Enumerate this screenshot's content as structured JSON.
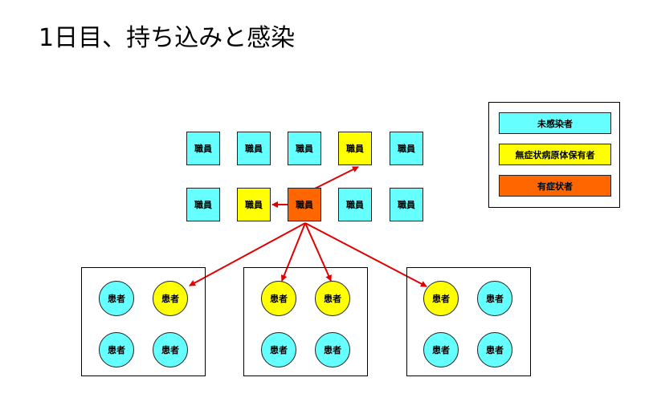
{
  "title": "1日目、持ち込みと感染",
  "colors": {
    "uninfected": "#66ffff",
    "asymptomatic": "#ffff00",
    "symptomatic": "#ff6600",
    "arrow": "#e00000"
  },
  "legend": [
    {
      "label": "未感染者",
      "status": "uninfected"
    },
    {
      "label": "無症状病原体保有者",
      "status": "asymptomatic"
    },
    {
      "label": "有症状者",
      "status": "symptomatic"
    }
  ],
  "staff_rows": [
    [
      {
        "label": "職員",
        "status": "uninfected"
      },
      {
        "label": "職員",
        "status": "uninfected"
      },
      {
        "label": "職員",
        "status": "uninfected"
      },
      {
        "label": "職員",
        "status": "asymptomatic"
      },
      {
        "label": "職員",
        "status": "uninfected"
      }
    ],
    [
      {
        "label": "職員",
        "status": "uninfected"
      },
      {
        "label": "職員",
        "status": "asymptomatic"
      },
      {
        "label": "職員",
        "status": "symptomatic"
      },
      {
        "label": "職員",
        "status": "uninfected"
      },
      {
        "label": "職員",
        "status": "uninfected"
      }
    ]
  ],
  "patient_groups": [
    {
      "patients": [
        {
          "label": "患者",
          "status": "uninfected"
        },
        {
          "label": "患者",
          "status": "asymptomatic"
        },
        {
          "label": "患者",
          "status": "uninfected"
        },
        {
          "label": "患者",
          "status": "uninfected"
        }
      ]
    },
    {
      "patients": [
        {
          "label": "患者",
          "status": "asymptomatic"
        },
        {
          "label": "患者",
          "status": "asymptomatic"
        },
        {
          "label": "患者",
          "status": "uninfected"
        },
        {
          "label": "患者",
          "status": "uninfected"
        }
      ]
    },
    {
      "patients": [
        {
          "label": "患者",
          "status": "asymptomatic"
        },
        {
          "label": "患者",
          "status": "uninfected"
        },
        {
          "label": "患者",
          "status": "uninfected"
        },
        {
          "label": "患者",
          "status": "uninfected"
        }
      ]
    }
  ]
}
